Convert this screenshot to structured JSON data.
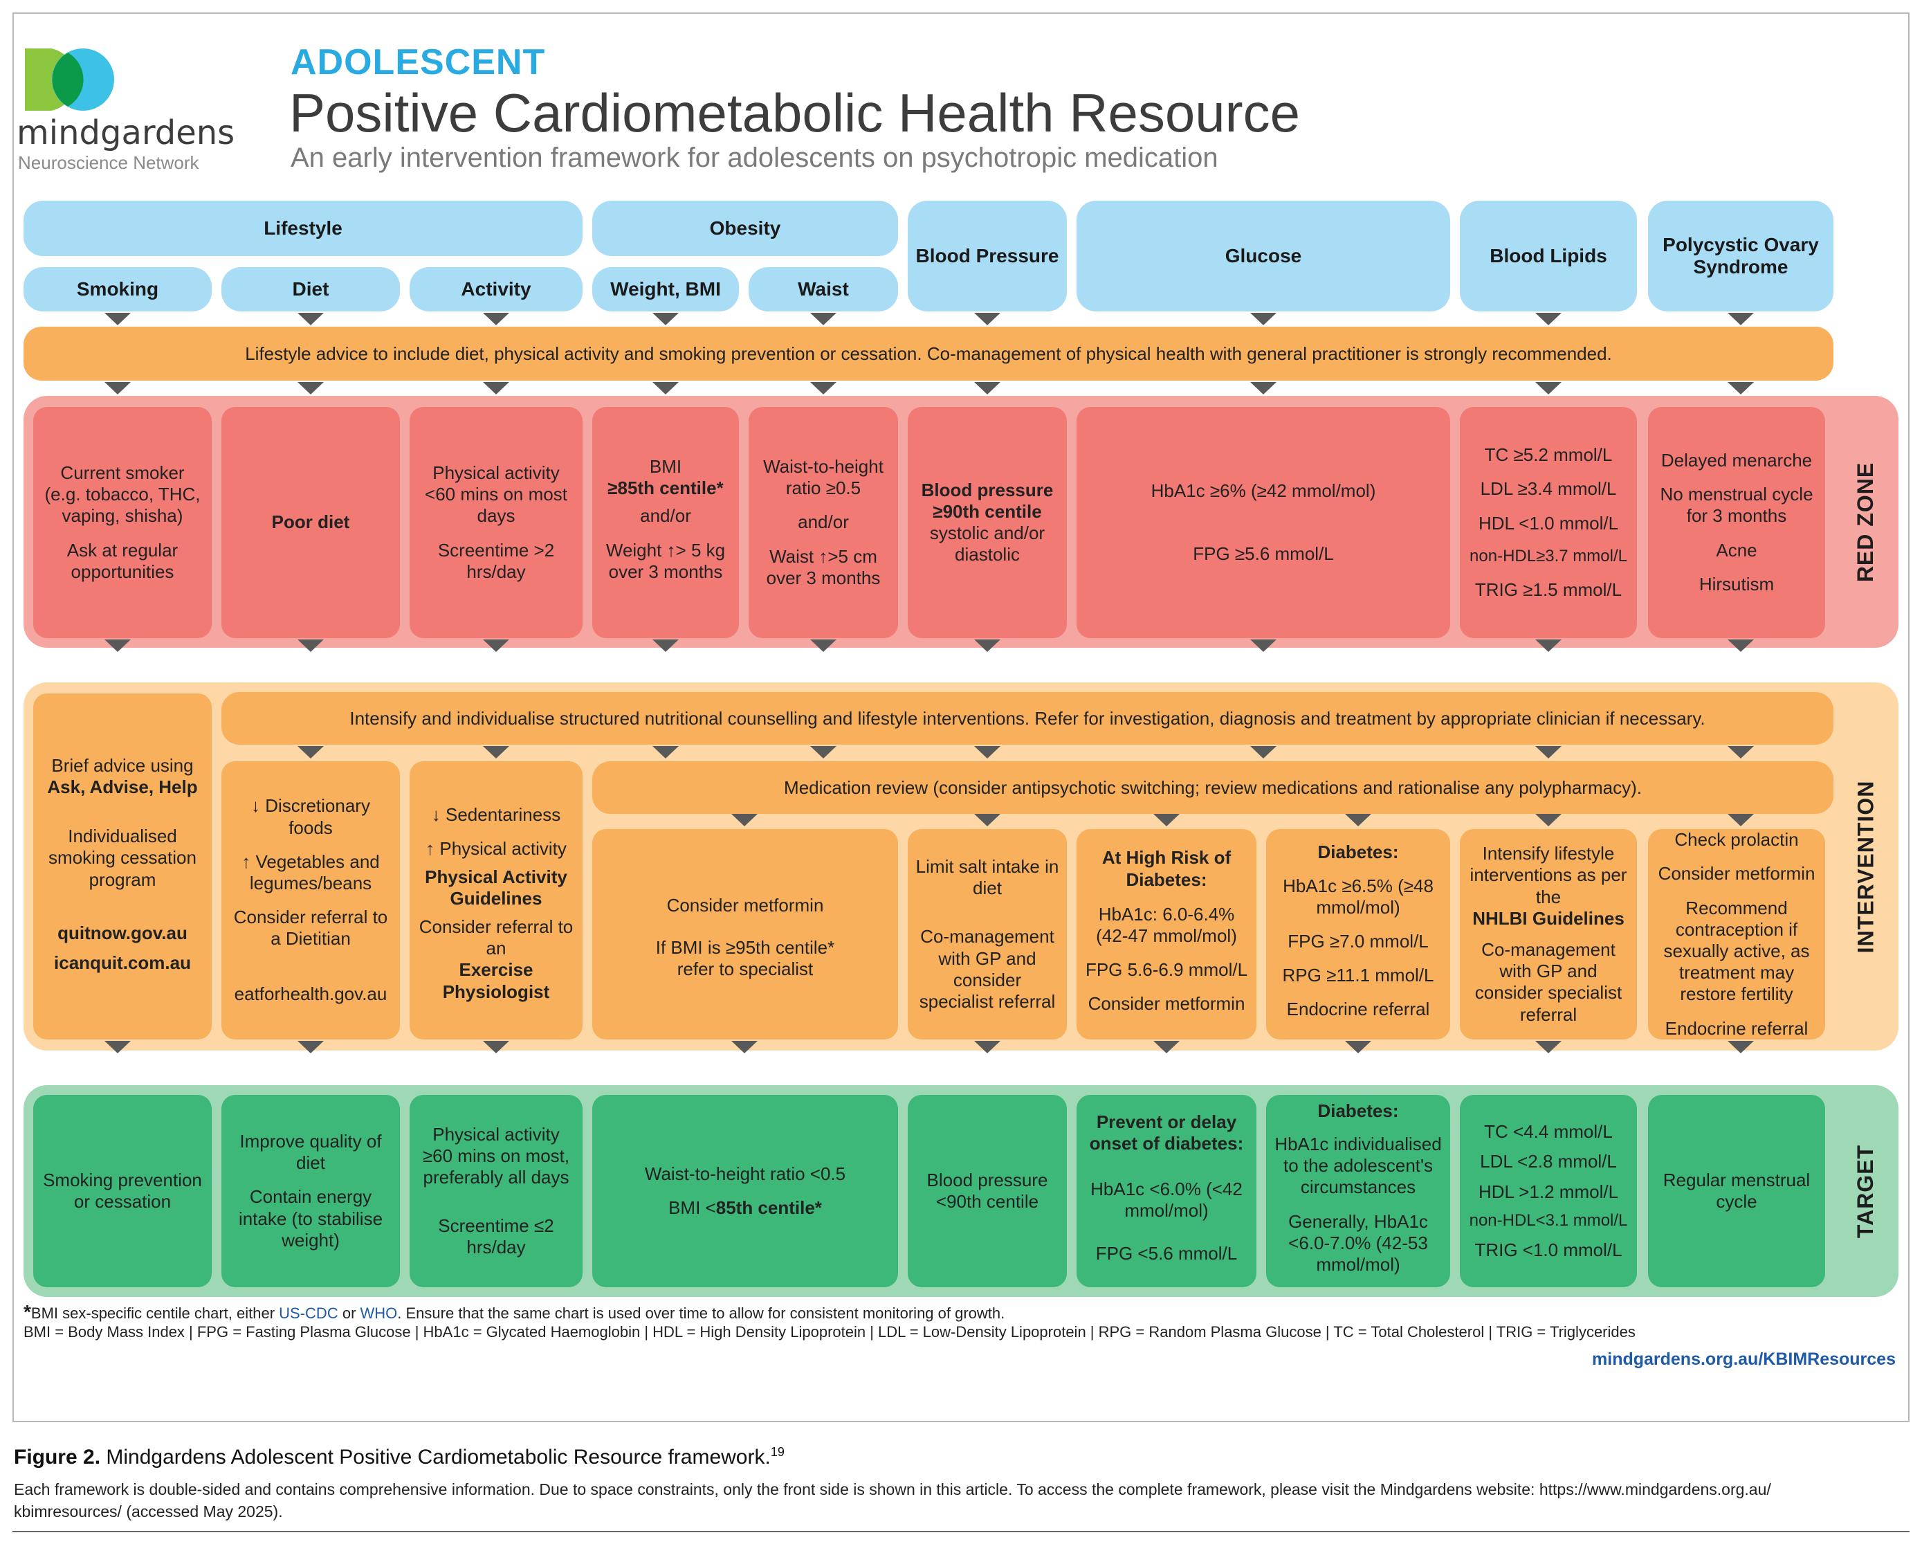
{
  "logo": {
    "name": "mindgardens",
    "sub": "Neuroscience Network"
  },
  "title": {
    "eyebrow": "ADOLESCENT",
    "main": "Positive Cardiometabolic Health Resource",
    "sub": "An early intervention framework for adolescents on psychotropic medication"
  },
  "headers": {
    "lifestyle": "Lifestyle",
    "obesity": "Obesity",
    "bp": "Blood Pressure",
    "glucose": "Glucose",
    "lipids": "Blood Lipids",
    "pcos": "Polycystic Ovary Syndrome",
    "smoking": "Smoking",
    "diet": "Diet",
    "activity": "Activity",
    "weight": "Weight, BMI",
    "waist": "Waist"
  },
  "lifestyle_bar": "Lifestyle advice to include diet, physical activity and smoking prevention or cessation. Co-management of physical health with general practitioner is strongly recommended.",
  "zones": {
    "red": "RED ZONE",
    "intervention": "INTERVENTION",
    "target": "TARGET"
  },
  "red": {
    "smoking": [
      "Current smoker (e.g. tobacco, THC, vaping, shisha)",
      "Ask at regular opportunities"
    ],
    "diet": [
      "Poor diet"
    ],
    "activity": [
      "Physical activity <60 mins on most days",
      "Screentime >2 hrs/day"
    ],
    "weight": [
      "BMI",
      "≥85th centile*",
      "and/or",
      "Weight ↑> 5 kg over 3 months"
    ],
    "waist": [
      "Waist-to-height ratio ≥0.5",
      "and/or",
      "Waist ↑>5 cm over 3 months"
    ],
    "bp": [
      "Blood pressure ≥90th centile",
      "systolic and/or diastolic"
    ],
    "glucose": [
      "HbA1c ≥6% (≥42 mmol/mol)",
      "FPG ≥5.6 mmol/L"
    ],
    "lipids": [
      "TC ≥5.2 mmol/L",
      "LDL ≥3.4 mmol/L",
      "HDL <1.0 mmol/L",
      "non-HDL≥3.7 mmol/L",
      "TRIG ≥1.5 mmol/L"
    ],
    "pcos": [
      "Delayed menarche",
      "No menstrual cycle for 3 months",
      "Acne",
      "Hirsutism"
    ]
  },
  "intervention": {
    "bar1": "Intensify and individualise structured nutritional counselling and lifestyle interventions. Refer for investigation, diagnosis and treatment by appropriate clinician if necessary.",
    "bar2": "Medication review (consider antipsychotic switching; review medications and rationalise any polypharmacy).",
    "smoking": [
      "Brief advice using",
      "Ask, Advise, Help",
      "Individualised smoking cessation program",
      "quitnow.gov.au",
      "icanquit.com.au"
    ],
    "diet": [
      "↓ Discretionary foods",
      "↑ Vegetables and legumes/beans",
      "Consider referral to a Dietitian",
      "eatforhealth.gov.au"
    ],
    "activity": [
      "↓ Sedentariness",
      "↑ Physical activity",
      "Physical Activity Guidelines",
      "Consider referral to an",
      "Exercise Physiologist"
    ],
    "obesity": [
      "Consider metformin",
      "If BMI is ≥95th centile*",
      "refer to specialist"
    ],
    "bp": [
      "Limit salt intake in diet",
      "Co-management with GP and consider specialist referral"
    ],
    "highrisk": [
      "At High Risk of Diabetes:",
      "HbA1c: 6.0-6.4% (42-47 mmol/mol)",
      "FPG 5.6-6.9 mmol/L",
      "Consider metformin"
    ],
    "diabetes": [
      "Diabetes:",
      "HbA1c ≥6.5% (≥48 mmol/mol)",
      "FPG ≥7.0 mmol/L",
      "RPG ≥11.1 mmol/L",
      "Endocrine referral"
    ],
    "lipids": [
      "Intensify lifestyle interventions as per the",
      "NHLBI Guidelines",
      "Co-management with GP and consider specialist referral"
    ],
    "pcos": [
      "Check prolactin",
      "Consider metformin",
      "Recommend contraception if sexually active, as treatment may restore fertility",
      "Endocrine referral"
    ]
  },
  "target": {
    "smoking": [
      "Smoking prevention or cessation"
    ],
    "diet": [
      "Improve quality of diet",
      "Contain energy intake (to stabilise weight)"
    ],
    "activity": [
      "Physical activity ≥60 mins on most, preferably all days",
      "Screentime ≤2 hrs/day"
    ],
    "obesity": [
      "Waist-to-height ratio <0.5",
      "BMI <",
      "85th centile*"
    ],
    "bp": [
      "Blood pressure <90th centile"
    ],
    "prevent": [
      "Prevent or delay onset of diabetes:",
      "HbA1c <6.0% (<42 mmol/mol)",
      "FPG <5.6 mmol/L"
    ],
    "diabetes": [
      "Diabetes:",
      "HbA1c individualised to the adolescent's circumstances",
      "Generally, HbA1c <6.0-7.0% (42-53 mmol/mol)"
    ],
    "lipids": [
      "TC <4.4 mmol/L",
      "LDL <2.8 mmol/L",
      "HDL >1.2 mmol/L",
      "non-HDL<3.1 mmol/L",
      "TRIG <1.0 mmol/L"
    ],
    "pcos": [
      "Regular menstrual cycle"
    ]
  },
  "footnotes": {
    "star": "*",
    "bmi_a": "BMI sex-specific centile chart, either ",
    "uscdc": "US-CDC",
    "or": " or ",
    "who": "WHO",
    "bmi_b": ". Ensure that the same chart is used over time to allow for consistent monitoring of growth.",
    "abbrev": "BMI = Body Mass Index | FPG = Fasting Plasma Glucose | HbA1c = Glycated Haemoglobin | HDL = High Density Lipoprotein | LDL = Low-Density Lipoprotein | RPG = Random Plasma Glucose | TC = Total Cholesterol | TRIG = Triglycerides",
    "url": "mindgardens.org.au/KBIMResources"
  },
  "caption": {
    "label": "Figure 2.",
    "text": " Mindgardens Adolescent Positive Cardiometabolic Resource framework.",
    "ref": "19",
    "body": "Each framework is double-sided and contains comprehensive information. Due to space constraints, only the front side is shown in this article. To access the complete framework, please visit the Mindgardens website: https://www.mindgardens.org.au/ kbimresources/ (accessed May 2025)."
  },
  "colors": {
    "header": "#a9ddf6",
    "orange": "#f8b05c",
    "red": "#f27a75",
    "red_band": "#f6a6a1",
    "int_band": "#fdd7a6",
    "green": "#3db878",
    "green_band": "#9fd8b4",
    "title_blue": "#29abe2",
    "title": "#3d3d3d",
    "link": "#1f5aa6"
  }
}
